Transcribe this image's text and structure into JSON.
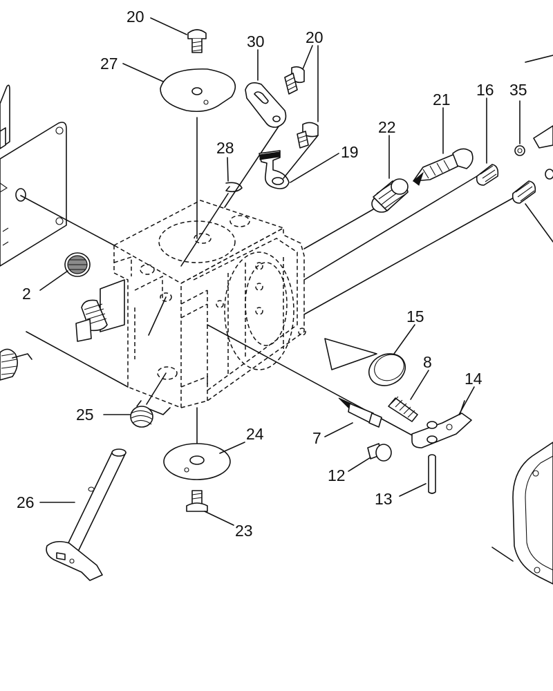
{
  "diagram": {
    "callouts": [
      {
        "id": "c20a",
        "label": "20"
      },
      {
        "id": "c27",
        "label": "27"
      },
      {
        "id": "c30",
        "label": "30"
      },
      {
        "id": "c20b",
        "label": "20"
      },
      {
        "id": "c21",
        "label": "21"
      },
      {
        "id": "c16",
        "label": "16"
      },
      {
        "id": "c35",
        "label": "35"
      },
      {
        "id": "c22",
        "label": "22"
      },
      {
        "id": "c28",
        "label": "28"
      },
      {
        "id": "c19",
        "label": "19"
      },
      {
        "id": "c2",
        "label": "2"
      },
      {
        "id": "c15",
        "label": "15"
      },
      {
        "id": "c8",
        "label": "8"
      },
      {
        "id": "c14",
        "label": "14"
      },
      {
        "id": "c25",
        "label": "25"
      },
      {
        "id": "c24",
        "label": "24"
      },
      {
        "id": "c7",
        "label": "7"
      },
      {
        "id": "c12",
        "label": "12"
      },
      {
        "id": "c26",
        "label": "26"
      },
      {
        "id": "c13",
        "label": "13"
      },
      {
        "id": "c23",
        "label": "23"
      }
    ]
  }
}
